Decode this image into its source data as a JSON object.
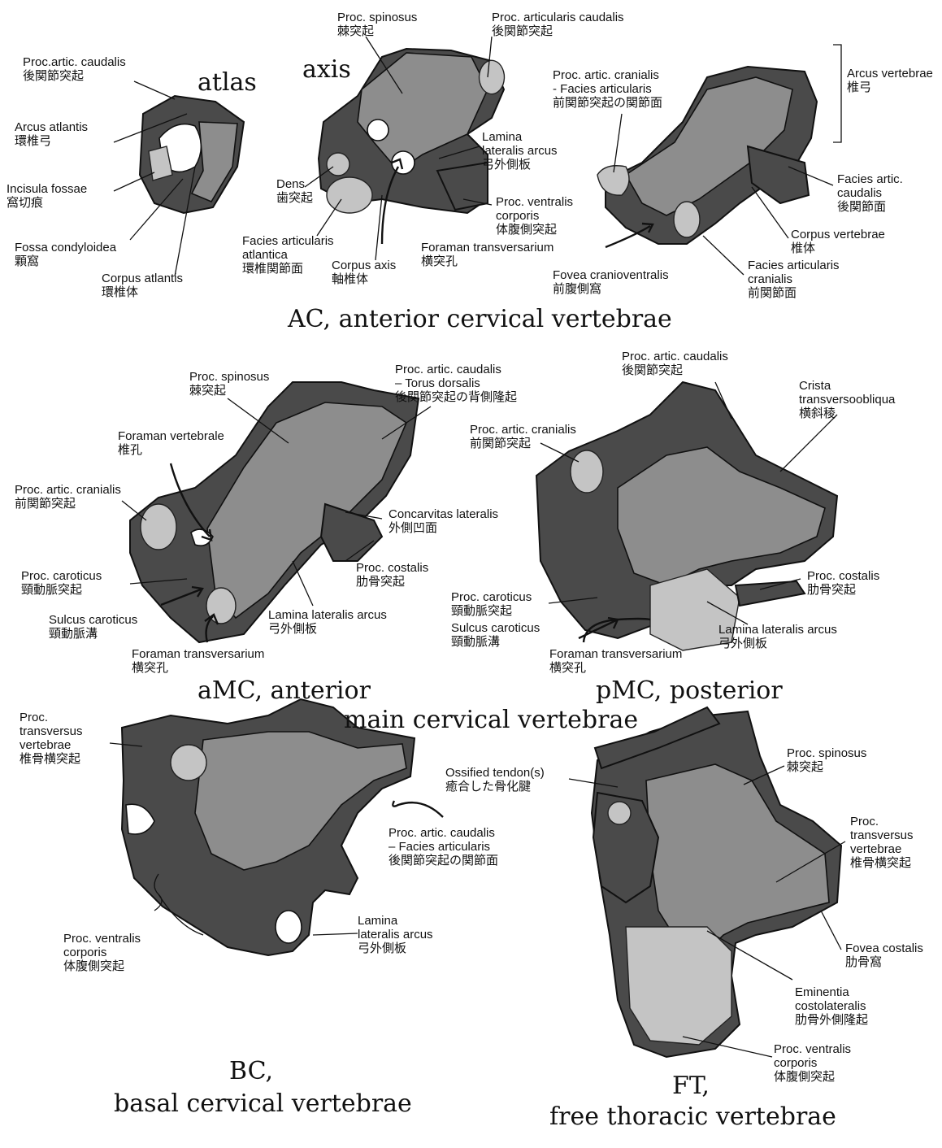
{
  "section_ac": {
    "atlas_title": "atlas",
    "axis_title": "axis",
    "caption": "AC, anterior cervical vertebrae",
    "labels": {
      "atlas_proc_artic_caudalis": [
        "Proc.artic. caudalis",
        "後関節突起"
      ],
      "arcus_atlantis": [
        "Arcus atlantis",
        "環椎弓"
      ],
      "incisula_fossae": [
        "Incisula fossae",
        "窩切痕"
      ],
      "fossa_condyloidea": [
        "Fossa condyloidea",
        "顆窩"
      ],
      "corpus_atlantis": [
        "Corpus atlantis",
        "環椎体"
      ],
      "axis_proc_spinosus": [
        "Proc. spinosus",
        "棘突起"
      ],
      "axis_proc_articularis_caudalis": [
        "Proc. articularis caudalis",
        "後関節突起"
      ],
      "dens": [
        "Dens",
        "歯突起"
      ],
      "lamina_lateralis_arcus": [
        "Lamina",
        "lateralis arcus",
        "弓外側板"
      ],
      "facies_articularis_atlantica": [
        "Facies articularis",
        "atlantica",
        "環椎関節面"
      ],
      "corpus_axis": [
        "Corpus axis",
        "軸椎体"
      ],
      "foraman_transversarium": [
        "Foraman transversarium",
        "横突孔"
      ],
      "proc_ventralis_corporis": [
        "Proc. ventralis",
        "corporis",
        "体腹側突起"
      ],
      "proc_artic_cranialis_facies": [
        "Proc. artic. cranialis",
        "- Facies articularis",
        "前関節突起の関節面"
      ],
      "arcus_vertebrae": [
        "Arcus vertebrae",
        "椎弓"
      ],
      "facies_artic_caudalis": [
        "Facies artic.",
        "caudalis",
        "後関節面"
      ],
      "corpus_vertebrae": [
        "Corpus vertebrae",
        "椎体"
      ],
      "fovea_cranioventralis": [
        "Fovea cranioventralis",
        "前腹側窩"
      ],
      "facies_articularis_cranialis": [
        "Facies articularis",
        "cranialis",
        "前関節面"
      ]
    }
  },
  "section_mc": {
    "amc_caption": "aMC, anterior",
    "pmc_caption": "pMC, posterior",
    "caption": "main cervical vertebrae",
    "labels": {
      "amc_proc_spinosus": [
        "Proc. spinosus",
        "棘突起"
      ],
      "amc_proc_artic_caudalis": [
        "Proc. artic. caudalis",
        "– Torus dorsalis",
        "後関節突起の背側隆起"
      ],
      "amc_foraman_vertebrale": [
        "Foraman vertebrale",
        "椎孔"
      ],
      "amc_proc_artic_cranialis": [
        "Proc. artic. cranialis",
        "前関節突起"
      ],
      "amc_concarvitas_lateralis": [
        "Concarvitas lateralis",
        "外側凹面"
      ],
      "amc_proc_caroticus": [
        "Proc. caroticus",
        "頸動脈突起"
      ],
      "amc_proc_costalis": [
        "Proc. costalis",
        "肋骨突起"
      ],
      "amc_sulcus_caroticus": [
        "Sulcus caroticus",
        "頸動脈溝"
      ],
      "amc_lamina_lateralis_arcus": [
        "Lamina lateralis arcus",
        "弓外側板"
      ],
      "amc_foraman_transversarium": [
        "Foraman transversarium",
        "横突孔"
      ],
      "pmc_proc_artic_caudalis": [
        "Proc. artic. caudalis",
        "後関節突起"
      ],
      "pmc_crista": [
        "Crista",
        "transversoobliqua",
        "横斜稜"
      ],
      "pmc_proc_artic_cranialis": [
        "Proc. artic. cranialis",
        "前関節突起"
      ],
      "pmc_proc_costalis": [
        "Proc. costalis",
        "肋骨突起"
      ],
      "pmc_proc_caroticus": [
        "Proc. caroticus",
        "頸動脈突起"
      ],
      "pmc_sulcus_caroticus": [
        "Sulcus caroticus",
        "頸動脈溝"
      ],
      "pmc_lamina_lateralis_arcus": [
        "Lamina lateralis arcus",
        "弓外側板"
      ],
      "pmc_foraman_transversarium": [
        "Foraman transversarium",
        "横突孔"
      ]
    }
  },
  "section_bc": {
    "caption_1": "BC,",
    "caption_2": "basal cervical vertebrae",
    "labels": {
      "bc_proc_transversus": [
        "Proc.",
        "transversus",
        "vertebrae",
        "椎骨横突起"
      ],
      "bc_proc_artic_caudalis": [
        "Proc. artic. caudalis",
        "– Facies articularis",
        "後関節突起の関節面"
      ],
      "bc_proc_ventralis": [
        "Proc. ventralis",
        "corporis",
        "体腹側突起"
      ],
      "bc_lamina_lateralis_arcus": [
        "Lamina",
        "lateralis arcus",
        "弓外側板"
      ]
    }
  },
  "section_ft": {
    "caption_1": "FT,",
    "caption_2": "free thoracic vertebrae",
    "labels": {
      "ft_ossified_tendon": [
        "Ossified tendon(s)",
        "癒合した骨化腱"
      ],
      "ft_proc_spinosus": [
        "Proc. spinosus",
        "棘突起"
      ],
      "ft_proc_transversus": [
        "Proc.",
        "transversus",
        "vertebrae",
        "椎骨横突起"
      ],
      "ft_fovea_costalis": [
        "Fovea costalis",
        "肋骨窩"
      ],
      "ft_eminentia": [
        "Eminentia",
        "costolateralis",
        "肋骨外側隆起"
      ],
      "ft_proc_ventralis": [
        "Proc. ventralis",
        "corporis",
        "体腹側突起"
      ]
    }
  }
}
